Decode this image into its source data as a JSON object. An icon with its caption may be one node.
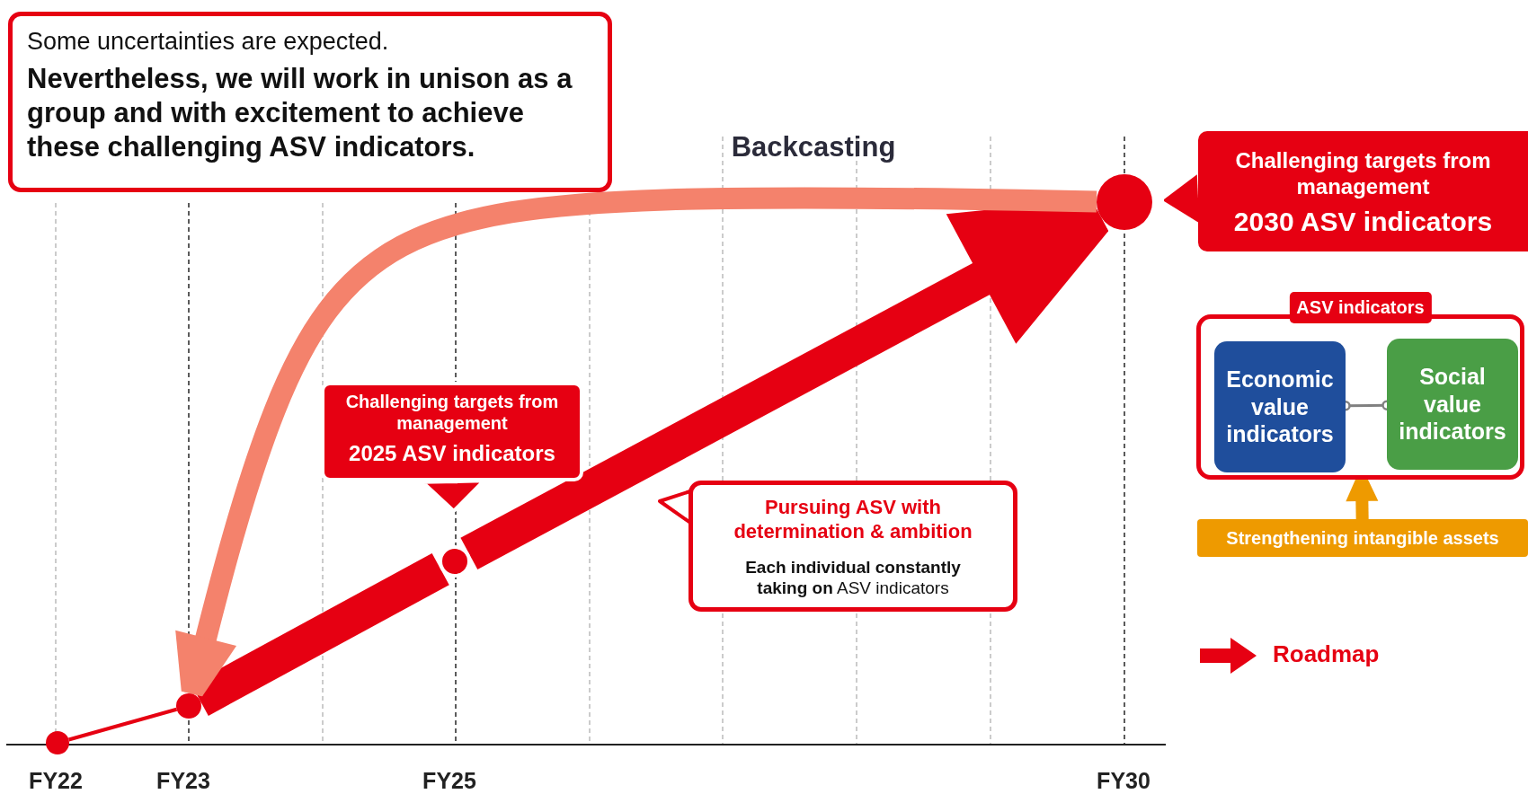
{
  "diagram": {
    "nodes": [
      {
        "text": [
          "Some uncertainties are expected.",
          "Nevertheless, we will work in unison as a group and with excitement to achieve these challenging ASV indicators."
        ]
      },
      {
        "text": [],
        "shape": "circle"
      },
      {
        "text": [],
        "shape": "circle"
      },
      {
        "text": [],
        "shape": "circle"
      },
      {
        "text": [],
        "shape": "circle"
      },
      {
        "text": [
          "Challenging targets from management",
          "2025 ASV indicators"
        ]
      },
      {
        "text": [
          "Challenging targets from management",
          "2030 ASV indicators"
        ]
      },
      {
        "text": [
          "Pursuing ASV with determination & ambition",
          "**Each individual constantly taking on** ASV indicators"
        ]
      },
      {
        "text": [
          "ASV indicators"
        ]
      },
      {
        "text": [
          "Economic value indicators"
        ],
        "in": 8
      },
      {
        "text": [
          "Social value indicators"
        ],
        "in": 8
      },
      {
        "text": [
          "Strengthening intangible assets"
        ]
      }
    ],
    "edges": [
      {
        "from": 1,
        "to": 2,
        "arrow": "none"
      },
      {
        "from": 2,
        "to": 3,
        "arrow": "none",
        "style": "thick"
      },
      {
        "from": 3,
        "to": 4,
        "arrow": "to",
        "style": "thick"
      },
      {
        "from": 4,
        "to": 2,
        "arrow": "to",
        "style": "thick",
        "color": "#f4826c",
        "label": "Backcasting"
      },
      {
        "from": 9,
        "to": 10,
        "arrow": "other",
        "color": "#808080"
      },
      {
        "from": 11,
        "to": 8,
        "arrow": "to",
        "style": "thick",
        "color": "#ee9a00"
      },
      {
        "from": 6,
        "to": 4,
        "arrow": "to"
      },
      {
        "from": 5,
        "to": 3,
        "arrow": "to"
      }
    ],
    "labels": [
      "FY22",
      "FY23",
      "FY25",
      "FY30"
    ],
    "legend": [
      {
        "text": "Roadmap"
      }
    ]
  }
}
